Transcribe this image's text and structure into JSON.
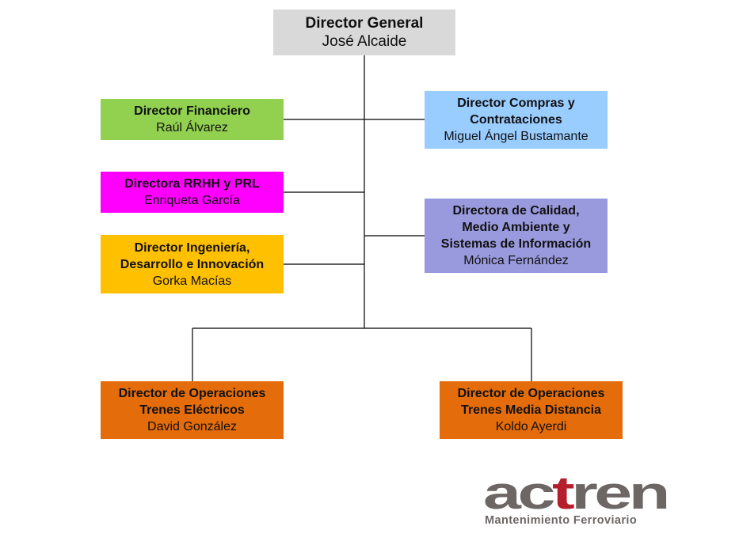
{
  "org": {
    "general": {
      "title": "Director General",
      "person": "José Alcaide",
      "color": "#d9d9d9"
    },
    "financiero": {
      "title": "Director Financiero",
      "person": "Raúl Álvarez",
      "color": "#92d050"
    },
    "compras": {
      "title": "Director Compras y\nContrataciones",
      "person": "Miguel Ángel Bustamante",
      "color": "#99ccff"
    },
    "rrhh": {
      "title": "Directora RRHH y PRL",
      "person": "Enriqueta García",
      "color": "#ff00ff"
    },
    "calidad": {
      "title": "Directora de Calidad,\nMedio Ambiente y\nSistemas de Información",
      "person": "Mónica Fernández",
      "color": "#9999dd"
    },
    "ingenieria": {
      "title": "Director Ingeniería,\nDesarrollo e Innovación",
      "person": "Gorka Macías",
      "color": "#ffc000"
    },
    "electricos": {
      "title": "Director de Operaciones\nTrenes Eléctricos",
      "person": "David González",
      "color": "#e46c0a"
    },
    "media": {
      "title": "Director de Operaciones\nTrenes Media Distancia",
      "person": "Koldo Ayerdi",
      "color": "#e46c0a"
    }
  },
  "logo": {
    "word": "actren",
    "tagline": "Mantenimiento Ferroviario",
    "colors": {
      "grey": "#6c6765",
      "red": "#b51e2b"
    }
  }
}
